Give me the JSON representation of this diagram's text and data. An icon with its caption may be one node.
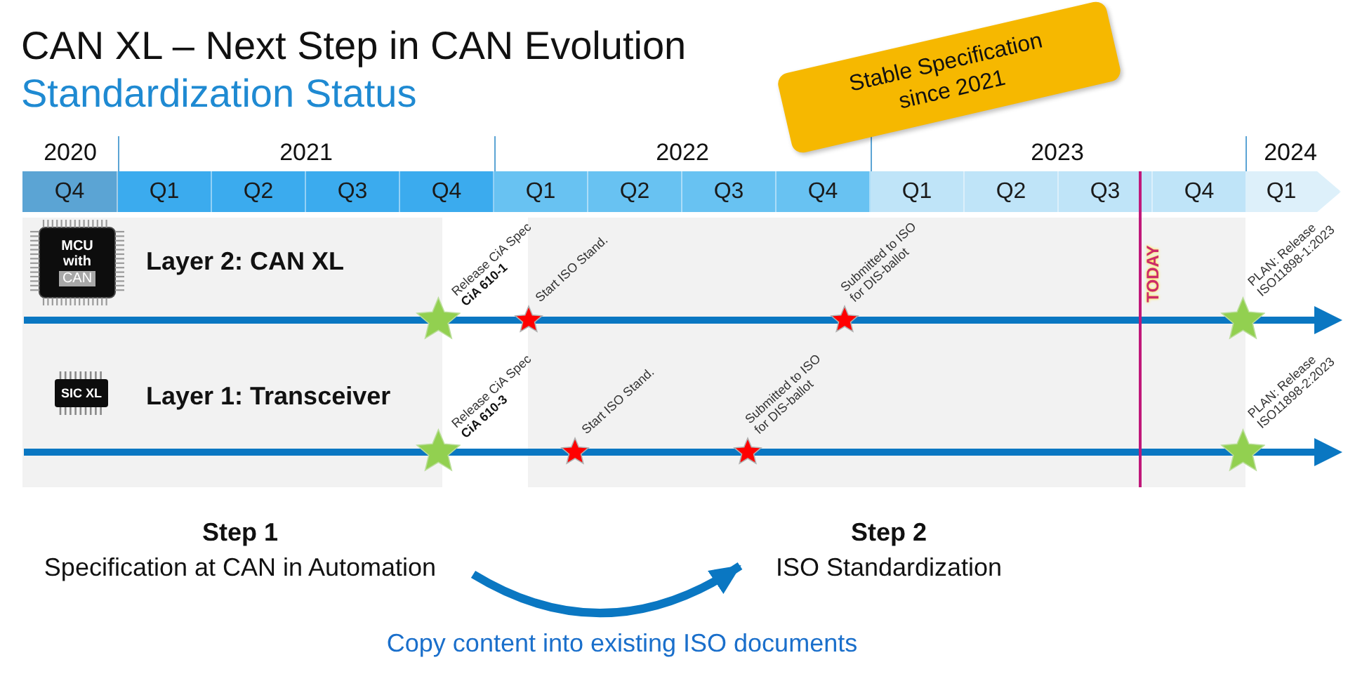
{
  "diagram": {
    "title": "CAN XL – Next Step in CAN Evolution",
    "nodes": [
      {
        "text": [
          "Stable Specification since 2021"
        ]
      },
      {
        "text": [
          "MCU with",
          "CAN"
        ]
      },
      {
        "text": [
          "SIC XL"
        ]
      },
      {
        "text": [
          "Step 1",
          "Specification at CAN in Automation"
        ]
      },
      {
        "text": [
          "Step 2",
          "ISO Standardization"
        ]
      }
    ],
    "edges": [
      {
        "from": 3,
        "to": 4,
        "arrow": "to",
        "label": "Copy content into existing ISO documents"
      }
    ],
    "labels": [
      "Standardization Status",
      "2020",
      "2021",
      "2022",
      "2023",
      "2024",
      "Q4",
      "Q1",
      "Q2",
      "Q3",
      "Q4",
      "Q1",
      "Q2",
      "Q3",
      "Q4",
      "Q1",
      "Q2",
      "Q3",
      "Q4",
      "Q1",
      "Layer 2: CAN XL",
      "Release CiA Spec **CiA 610-1**",
      "Start ISO Stand.",
      "Submitted to ISO for DIS-ballot",
      "TODAY",
      "PLAN: Release ISO11898-1:2023",
      "Layer 1: Transceiver",
      "Release CiA Spec **CiA 610-3**",
      "Start ISO Stand.",
      "Submitted to ISO for DIS-ballot",
      "PLAN: Release ISO11898-2:2023"
    ]
  }
}
